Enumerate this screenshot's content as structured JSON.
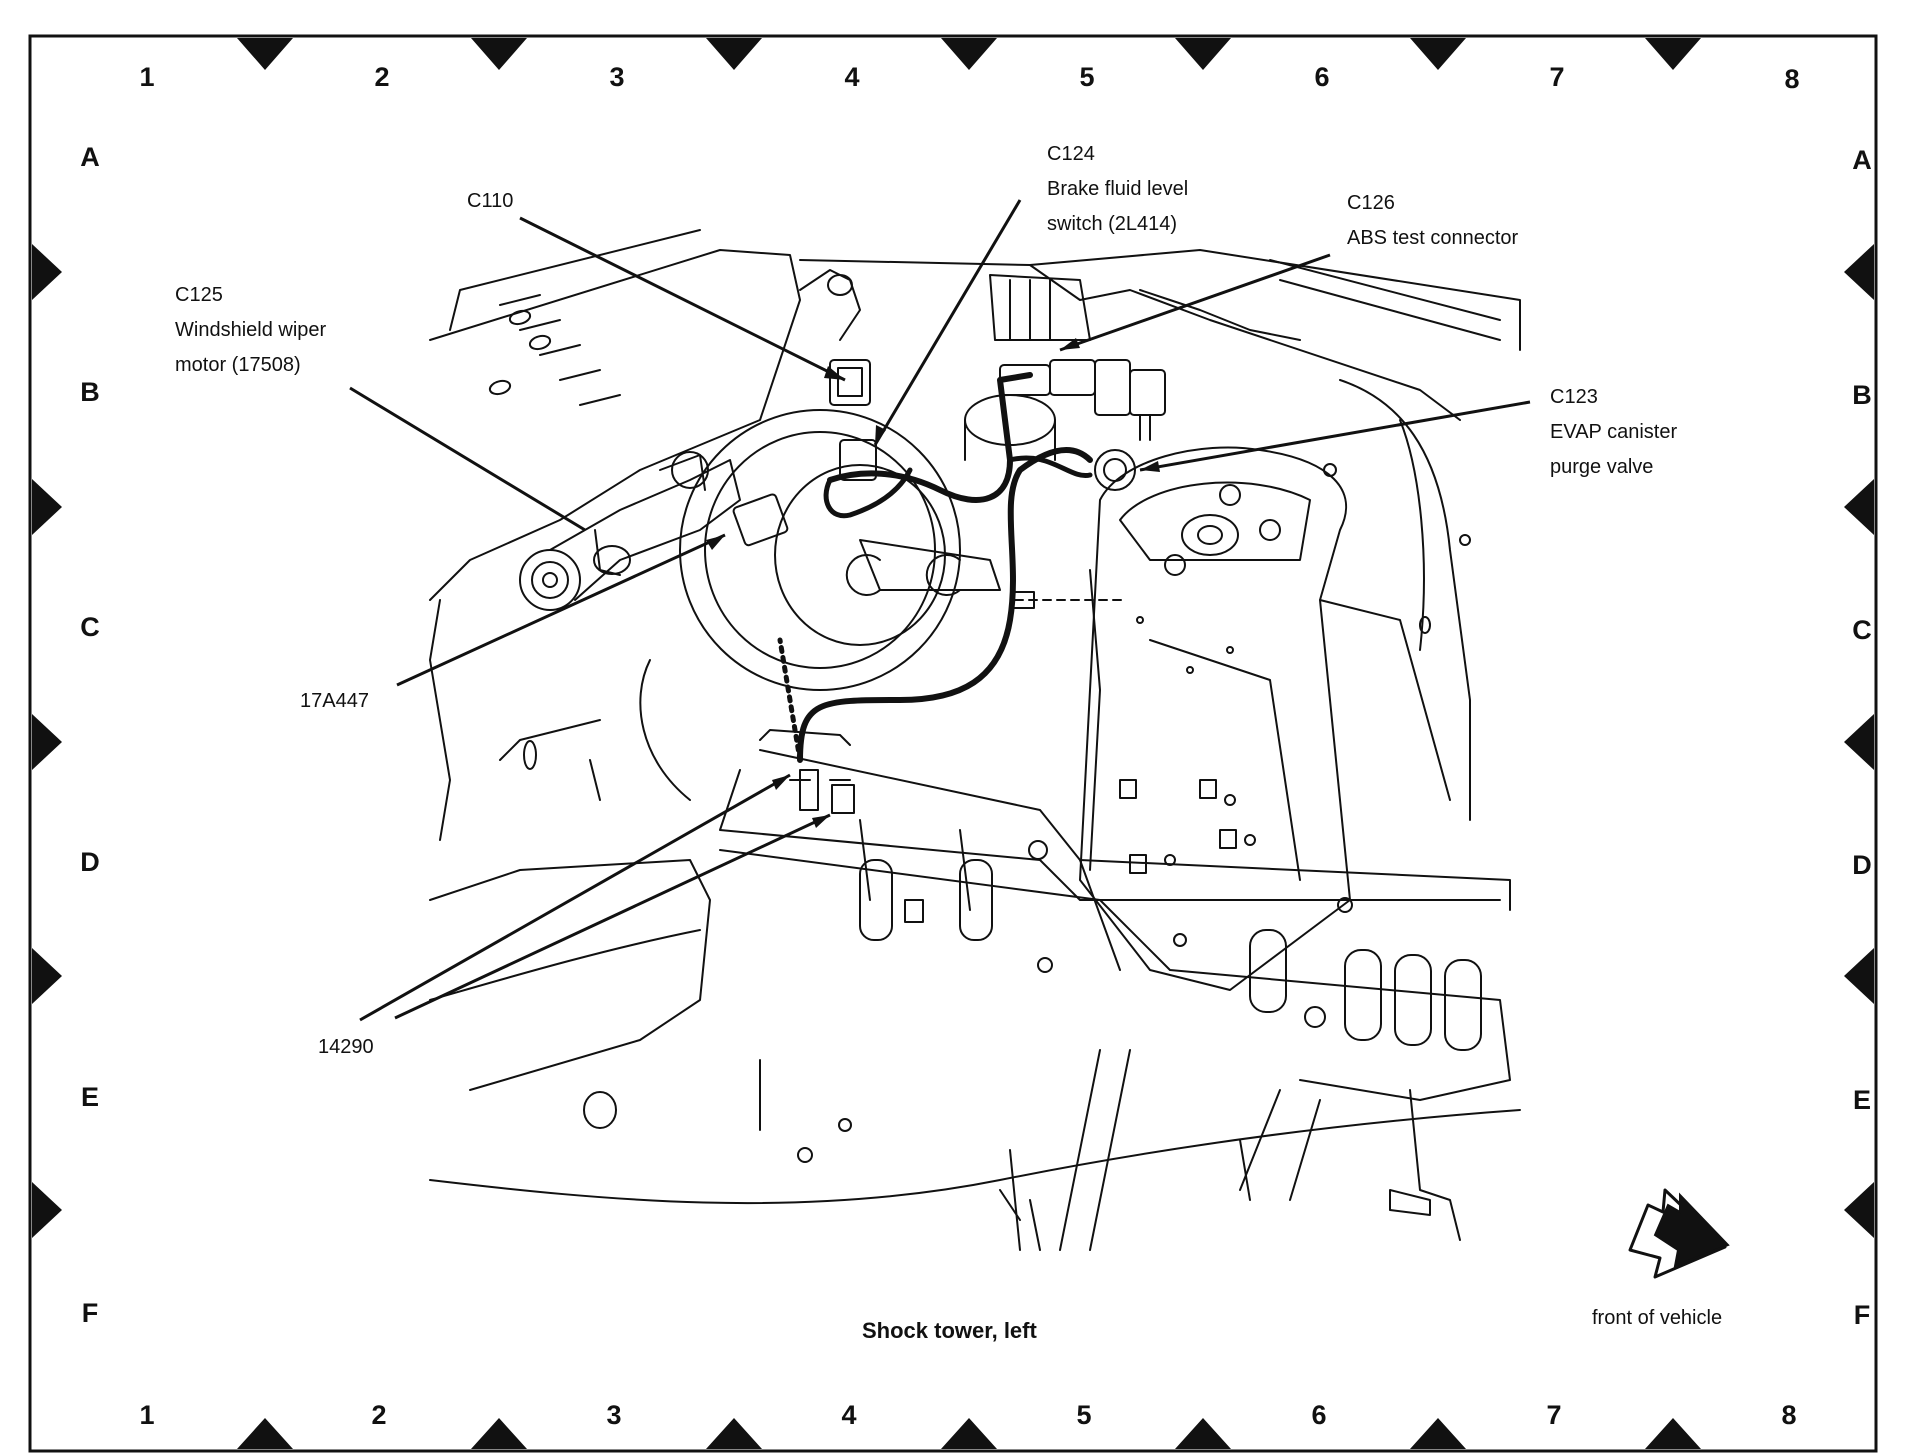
{
  "grid": {
    "columns": [
      "1",
      "2",
      "3",
      "4",
      "5",
      "6",
      "7",
      "8"
    ],
    "rows": [
      "A",
      "B",
      "C",
      "D",
      "E",
      "F"
    ]
  },
  "callouts": {
    "c110": {
      "lines": [
        "C110"
      ]
    },
    "c124": {
      "lines": [
        "C124",
        "Brake fluid level",
        "switch (2L414)"
      ]
    },
    "c126": {
      "lines": [
        "C126",
        "ABS test connector"
      ]
    },
    "c125": {
      "lines": [
        "C125",
        "Windshield wiper",
        "motor (17508)"
      ]
    },
    "c123": {
      "lines": [
        "C123",
        "EVAP canister",
        "purge valve"
      ]
    },
    "p17a447": {
      "lines": [
        "17A447"
      ]
    },
    "p14290": {
      "lines": [
        "14290"
      ]
    }
  },
  "caption": "Shock tower, left",
  "direction_label": "front of vehicle",
  "colors": {
    "ink": "#111111",
    "paper": "#ffffff"
  }
}
